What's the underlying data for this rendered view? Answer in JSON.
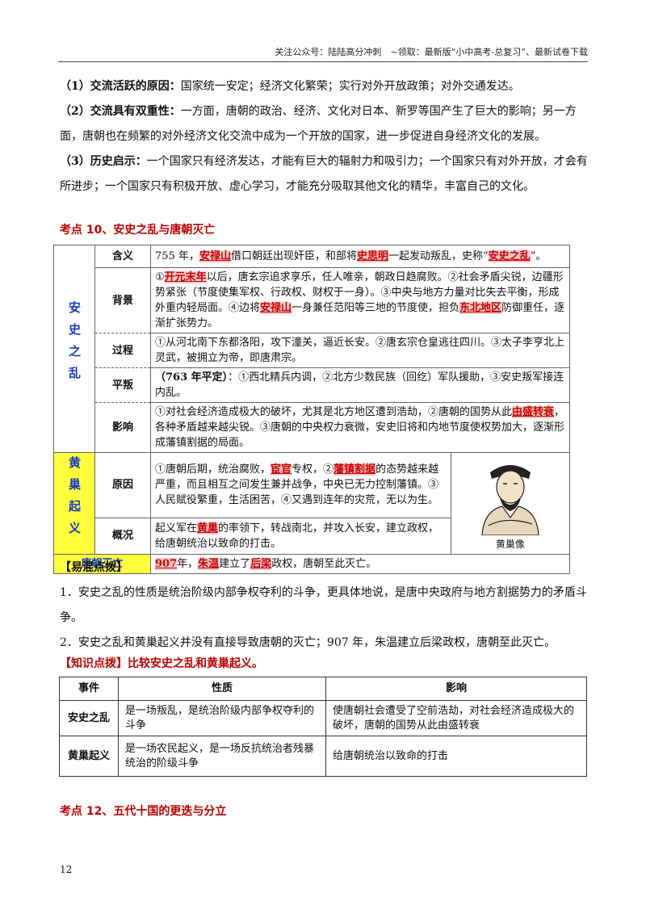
{
  "header": {
    "text": "关注公众号：陆陆高分冲刺　~领取：最新版“小中高考-总复习”、最新试卷下载"
  },
  "intro": {
    "p1_label": "（1）交流活跃的原因：",
    "p1_text": "国家统一安定；经济文化繁荣；实行对外开放政策；对外交通发达。",
    "p2_label": "（2）交流具有双重性：",
    "p2_text": "一方面，唐朝的政治、经济、文化对日本、新罗等国产生了巨大的影响；另一方面，唐朝也在频繁的对外经济文化交流中成为一个开放的国家，进一步促进自身经济文化的发展。",
    "p3_label": "（3）历史启示：",
    "p3_text": "一个国家只有经济发达，才能有巨大的辐射力和吸引力；一个国家只有对外开放，才会有所进步；一个国家只有积极开放、虚心学习，才能充分吸取其他文化的精华，丰富自己的文化。"
  },
  "section10": {
    "title": "考点 10、安史之乱与唐朝灭亡"
  },
  "table1": {
    "anshi_label": "安史之乱",
    "huangchao_label": "黄巢起义",
    "tang_label": "唐朝灭亡",
    "r1_sub": "含义",
    "r1_a": "755 年，",
    "r1_b": "安禄山",
    "r1_c": "借口朝廷出现奸臣，和部将",
    "r1_d": "史思明",
    "r1_e": "一起发动叛乱，史称“",
    "r1_f": "安史之乱",
    "r1_g": "”。",
    "r2_sub": "背景",
    "r2_a": "①",
    "r2_b": "开元末年",
    "r2_c": "以后，唐玄宗追求享乐，任人唯亲，朝政日趋腐败。②社会矛盾尖锐，边疆形势紧张（节度使集军权、行政权、财权于一身）。③中央与地方力量对比失去平衡，形成外重内轻局面。④边将",
    "r2_d": "安禄山",
    "r2_e": "一身兼任范阳等三地的节度使，担负",
    "r2_f": "东北地区",
    "r2_g": "防御重任，逐渐扩张势力。",
    "r3_sub": "过程",
    "r3_text": "①从河北南下东都洛阳，攻下潼关，逼近长安。②唐玄宗仓皇逃往四川。③太子李亨北上灵武，被拥立为帝，即唐肃宗。",
    "r4_sub": "平叛",
    "r4_a": "（763 年平定）",
    "r4_b": "：①西北精兵内调，②北方少数民族（回纥）军队援助，③安史叛军接连内乱。",
    "r5_sub": "影响",
    "r5_a": "①对社会经济造成极大的破坏，尤其是北方地区遭到浩劫，②唐朝的国势从此",
    "r5_b": "由盛转衰",
    "r5_c": "，各种矛盾越来越尖锐。③唐朝的中央权力衰微，安史旧将和内地节度使权势加大，逐渐形成藩镇割据的局面。",
    "r6_sub": "原因",
    "r6_a": "①唐朝后期，统治腐败，",
    "r6_b": "宦官",
    "r6_c": "专权，②",
    "r6_d": "藩镇割据",
    "r6_e": "的态势越来越严重，而且相互之间发生兼并战争，中央已无力控制藩镇。③人民赋役繁重，生活困苦，④又遇到连年的灾荒，无以为生。",
    "r7_sub": "概况",
    "r7_a": "起义军在",
    "r7_b": "黄巢",
    "r7_c": "的率领下，转战南北，并攻入长安，建立政权，给唐朝统治以致命的打击。",
    "portrait_caption": "黄巢像",
    "r8_a": "907",
    "r8_b": "年，",
    "r8_c": "朱温",
    "r8_d": "建立了",
    "r8_e": "后梁",
    "r8_f": "政权，唐朝至此灭亡。"
  },
  "confusion": {
    "title": "【易混点拨】",
    "p1": "1．安史之乱的性质是统治阶级内部争权夺利的斗争，更具体地说，是唐中央政府与地方割据势力的矛盾斗争。",
    "p2": "2．安史之乱和黄巢起义并没有直接导致唐朝的灭亡；907 年，朱温建立后梁政权，唐朝至此灭亡。"
  },
  "knowledge": {
    "title": "【知识点拨】比较安史之乱和黄巢起义。"
  },
  "table2": {
    "headers": [
      "事件",
      "性质",
      "影响"
    ],
    "rows": [
      {
        "event": "安史之乱",
        "nature": "是一场叛乱，是统治阶级内部争权夺利的斗争",
        "impact": "使唐朝社会遭受了空前浩劫，对社会经济造成极大的破坏，唐朝的国势从此由盛转衰"
      },
      {
        "event": "黄巢起义",
        "nature": "是一场农民起义，是一场反抗统治者残暴统治的阶级斗争",
        "impact": "给唐朝统治以致命的打击"
      }
    ]
  },
  "section12": {
    "title": "考点 12、五代十国的更迭与分立"
  },
  "page_number": "12",
  "colors": {
    "accent_red": "#c00000",
    "label_blue": "#1a3cc8",
    "highlight_yellow": "#ffff3c"
  },
  "icons": {
    "portrait": "huangchao-portrait"
  }
}
